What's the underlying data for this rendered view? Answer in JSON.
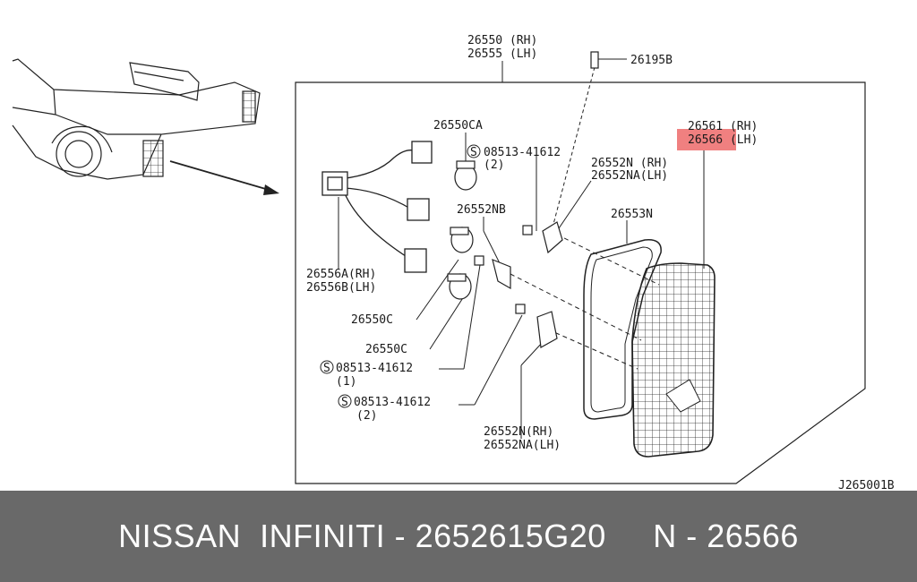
{
  "labels": {
    "housing_rh": "26550 (RH)",
    "housing_lh": "26555 (LH)",
    "clip_top": "26195B",
    "socket_ca": "26550CA",
    "screw_top": "08513-41612",
    "screw_top_qty": "(2)",
    "bracket_rh": "26552N (RH)",
    "bracket_lh": "26552NA(LH)",
    "lens_rh": "26561 (RH)",
    "lens_lh": "26566 (LH)",
    "nb": "26552NB",
    "gasket": "26553N",
    "harness_rh": "26556A(RH)",
    "harness_lh": "26556B(LH)",
    "socket_c1": "26550C",
    "socket_c2": "26550C",
    "screw_mid": "08513-41612",
    "screw_mid_qty": "(1)",
    "screw_bot": "08513-41612",
    "screw_bot_qty": "(2)",
    "bracket_bot_rh": "26552N(RH)",
    "bracket_bot_lh": "26552NA(LH)",
    "ref_code": "J265001B",
    "s_symbol": "S"
  },
  "highlight_color": "#f08080",
  "footer": {
    "text": "NISSAN  INFINITI - 2652615G20     N - 26566"
  }
}
